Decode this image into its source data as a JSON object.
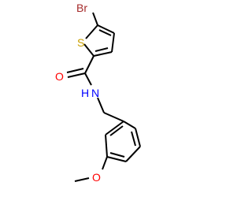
{
  "molecule": {
    "atoms": {
      "Br": {
        "text": "Br",
        "color": "#a52a2a"
      },
      "S": {
        "text": "S",
        "color": "#c9a000"
      },
      "O_carbonyl": {
        "text": "O",
        "color": "#ff0000"
      },
      "N": {
        "text": "N",
        "color": "#0000ff"
      },
      "H": {
        "text": "H",
        "color": "#0000ff"
      },
      "O_methoxy": {
        "text": "O",
        "color": "#ff0000"
      }
    },
    "bond_color": "#000000",
    "background": "#ffffff"
  }
}
